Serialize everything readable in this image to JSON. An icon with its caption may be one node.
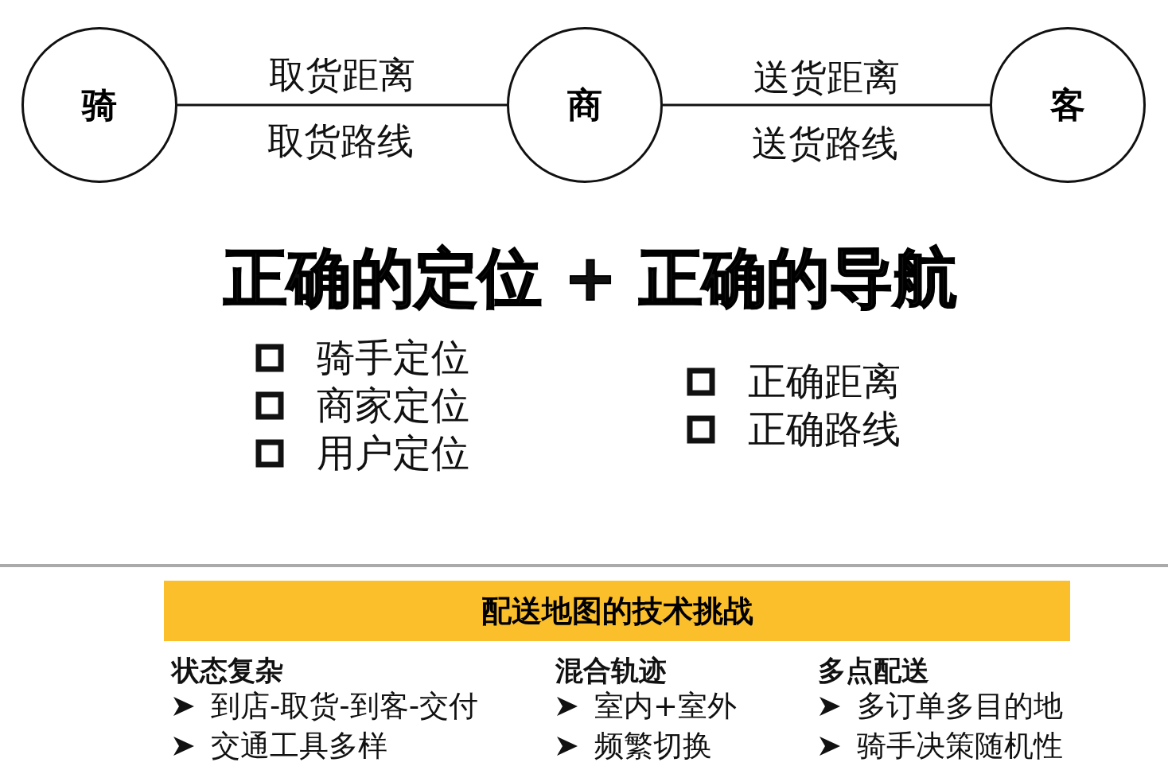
{
  "diagram": {
    "title": "正确的定位 + 正确的导航",
    "nodes": [
      {
        "text": [
          "骑"
        ]
      },
      {
        "text": [
          "商"
        ]
      },
      {
        "text": [
          "客"
        ]
      },
      {
        "text": [
          "配送地图的技术挑战"
        ]
      }
    ],
    "edges": [
      {
        "from": 0,
        "to": 1,
        "arrow": "none",
        "label": "取货距离"
      },
      {
        "from": 1,
        "to": 2,
        "arrow": "none",
        "label": "送货距离"
      }
    ],
    "labels": [
      "取货路线",
      "送货路线",
      "骑手定位",
      "商家定位",
      "用户定位",
      "正确距离",
      "正确路线",
      "状态复杂",
      "到店-取货-到客-交付",
      "交通工具多样",
      "混合轨迹",
      "室内+室外",
      "频繁切换",
      "多点配送",
      "多订单多目的地",
      "骑手决策随机性"
    ]
  }
}
